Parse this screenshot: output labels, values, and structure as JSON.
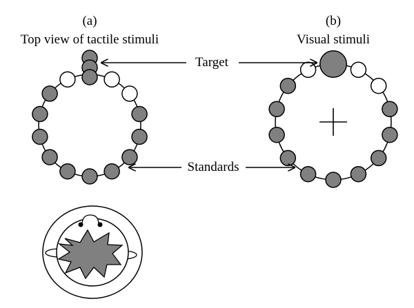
{
  "panel_a": {
    "letter": "(a)",
    "title": "Top view of tactile stimuli"
  },
  "panel_b": {
    "letter": "(b)",
    "title": "Visual stimuli"
  },
  "labels": {
    "target": "Target",
    "standards": "Standards"
  },
  "colors": {
    "filled_circle": "#808080",
    "empty_circle": "#ffffff",
    "stroke": "#000000"
  },
  "ring_a": {
    "stimuli": [
      "target",
      "empty",
      "empty",
      "standard",
      "standard",
      "standard",
      "standard",
      "standard",
      "standard",
      "standard",
      "standard",
      "standard",
      "standard",
      "empty"
    ]
  },
  "ring_b": {
    "stimuli": [
      "target",
      "empty",
      "empty",
      "standard",
      "standard",
      "standard",
      "standard",
      "standard",
      "standard",
      "standard",
      "standard",
      "standard",
      "standard",
      "empty"
    ],
    "fixation": "cross"
  }
}
